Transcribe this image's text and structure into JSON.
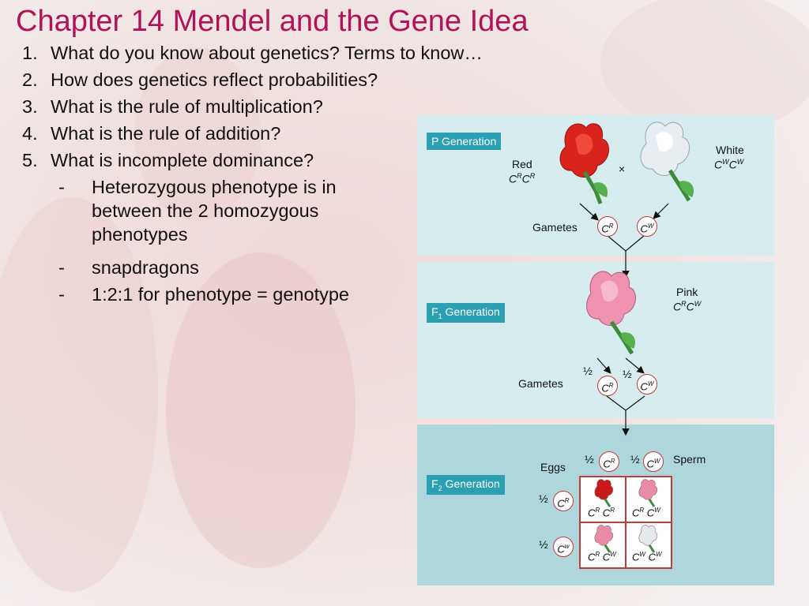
{
  "slide": {
    "title": "Chapter 14  Mendel and the Gene Idea",
    "questions": [
      {
        "num": "1.",
        "text": "What do you know about genetics?  Terms to know…"
      },
      {
        "num": "2.",
        "text": "How does genetics reflect probabilities?"
      },
      {
        "num": "3.",
        "text": "What is the rule of multiplication?"
      },
      {
        "num": "4.",
        "text": "What is the rule of addition?"
      },
      {
        "num": "5.",
        "text": "What is incomplete dominance?"
      }
    ],
    "subpoints": [
      {
        "dash": "-",
        "lines": [
          "Heterozygous phenotype is in",
          "between the 2 homozygous",
          "phenotypes"
        ]
      },
      {
        "dash": "-",
        "lines": [
          "snapdragons"
        ]
      },
      {
        "dash": "-",
        "lines": [
          "1:2:1 for phenotype = genotype"
        ]
      }
    ]
  },
  "diagram": {
    "p_generation": {
      "label": "P Generation",
      "red_label": "Red",
      "red_genotype": {
        "base1": "C",
        "sup1": "R",
        "base2": "C",
        "sup2": "R"
      },
      "white_label": "White",
      "white_genotype": {
        "base1": "C",
        "sup1": "W",
        "base2": "C",
        "sup2": "W"
      },
      "cross_symbol": "×",
      "gametes_label": "Gametes",
      "gamete_alleles": [
        {
          "base": "C",
          "sup": "R"
        },
        {
          "base": "C",
          "sup": "W"
        }
      ]
    },
    "f1_generation": {
      "label_main": "F",
      "label_sub": "1",
      "label_rest": " Generation",
      "pink_label": "Pink",
      "pink_genotype": {
        "base1": "C",
        "sup1": "R",
        "base2": "C",
        "sup2": "W"
      },
      "gametes_label": "Gametes",
      "half": "½",
      "gamete_alleles": [
        {
          "base": "C",
          "sup": "R"
        },
        {
          "base": "C",
          "sup": "W"
        }
      ]
    },
    "f2_generation": {
      "label_main": "F",
      "label_sub": "2",
      "label_rest": " Generation",
      "eggs_label": "Eggs",
      "sperm_label": "Sperm",
      "half": "½",
      "sperm_alleles": [
        {
          "base": "C",
          "sup": "R"
        },
        {
          "base": "C",
          "sup": "W"
        }
      ],
      "egg_alleles": [
        {
          "base": "C",
          "sup": "R"
        },
        {
          "base": "C",
          "sup": "w"
        }
      ],
      "cells": [
        {
          "g1": "C",
          "s1": "R",
          "g2": "C",
          "s2": "R",
          "color": "#c8191b"
        },
        {
          "g1": "C",
          "s1": "R",
          "g2": "C",
          "s2": "W",
          "color": "#e98aa6"
        },
        {
          "g1": "C",
          "s1": "R",
          "g2": "C",
          "s2": "W",
          "color": "#e98aa6"
        },
        {
          "g1": "C",
          "s1": "W",
          "g2": "C",
          "s2": "W",
          "color": "#e4e9ee"
        }
      ]
    },
    "colors": {
      "panel": "#d6ecef",
      "label_bg": "#2aa0b2",
      "red_flower": "#d8241c",
      "white_flower": "#e8edf2",
      "pink_flower": "#ee92b0",
      "circle_stroke": "#c23a3a",
      "title": "#b0135a"
    }
  }
}
